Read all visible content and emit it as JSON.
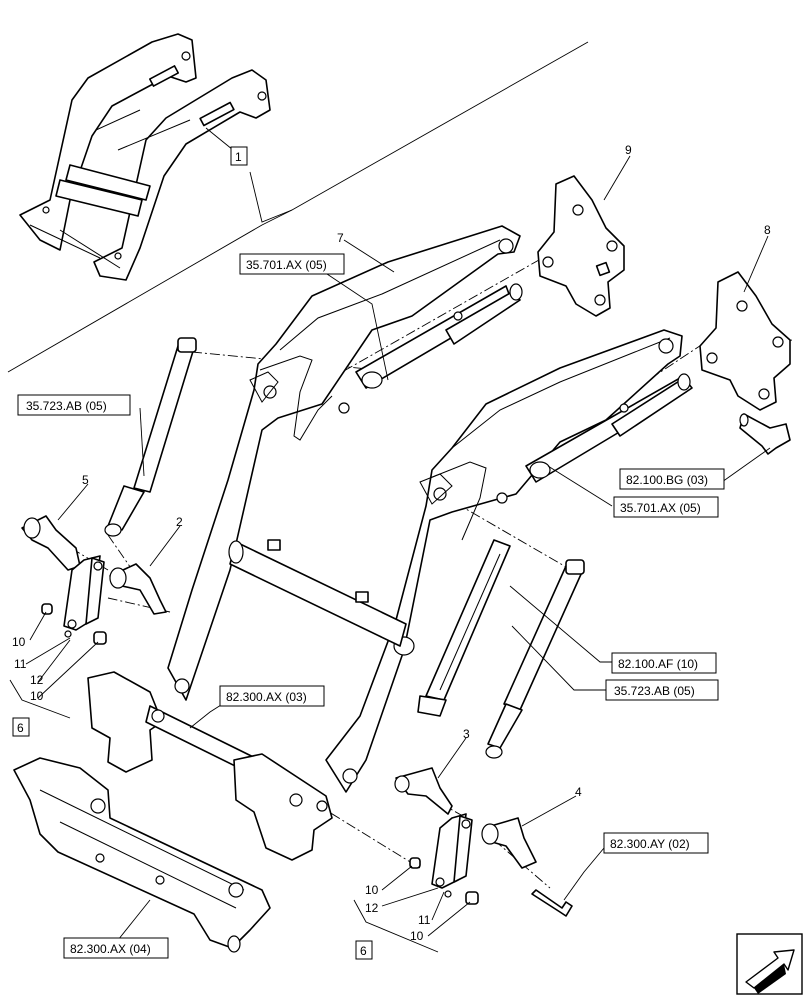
{
  "references": {
    "r1": "35.701.AX (05)",
    "r2": "35.723.AB (05)",
    "r3": "82.100.BG (03)",
    "r4": "35.701.AX (05)",
    "r5": "82.100.AF (10)",
    "r6": "35.723.AB (05)",
    "r7": "82.300.AX (03)",
    "r8": "82.300.AY (02)",
    "r9": "82.300.AX (04)"
  },
  "boxed_items": {
    "b1": "1",
    "b6a": "6",
    "b6b": "6"
  },
  "callouts": {
    "c2": "2",
    "c3": "3",
    "c4": "4",
    "c5": "5",
    "c7": "7",
    "c8": "8",
    "c9": "9",
    "c10a": "10",
    "c10b": "10",
    "c10c": "10",
    "c10d": "10",
    "c11a": "11",
    "c11b": "11",
    "c12a": "12",
    "c12b": "12"
  },
  "icons": {
    "nav": "next-page-arrow-icon"
  }
}
